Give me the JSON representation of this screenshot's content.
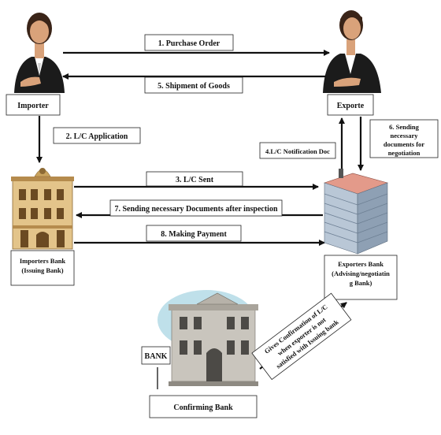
{
  "actors": {
    "importer": "Importer",
    "exporter": "Exporte",
    "importers_bank": [
      "Importers Bank",
      "(Issuing Bank)"
    ],
    "exporters_bank": [
      "Exporters Bank",
      "(Advising/negotiatin",
      "g Bank)"
    ],
    "confirming_bank": "Confirming Bank",
    "bank_sign": "BANK"
  },
  "steps": {
    "s1": "1. Purchase Order",
    "s5": "5. Shipment of Goods",
    "s2": "2. L/C Application",
    "s3": "3. L/C Sent",
    "s4": "4.L/C Notification Doc",
    "s6": [
      "6. Sending",
      "necessary",
      "documents for",
      "negotiation"
    ],
    "s7": "7. Sending necessary Documents after inspection",
    "s8": "8. Making Payment",
    "confirm_note": [
      "Gives Confirmation of L/C",
      "when exporter is not",
      "satisfied with Issuing bank"
    ]
  },
  "colors": {
    "suit": "#1b1b1b",
    "skin": "#d9a27a",
    "hair": "#3a2418",
    "building_tan": "#e3c48a",
    "building_shadow": "#b58b4d",
    "tower_wall": "#b9c7d6",
    "tower_roof": "#e39a8a",
    "sky_oval": "#bfe0ea",
    "stone": "#c9c5bd"
  }
}
